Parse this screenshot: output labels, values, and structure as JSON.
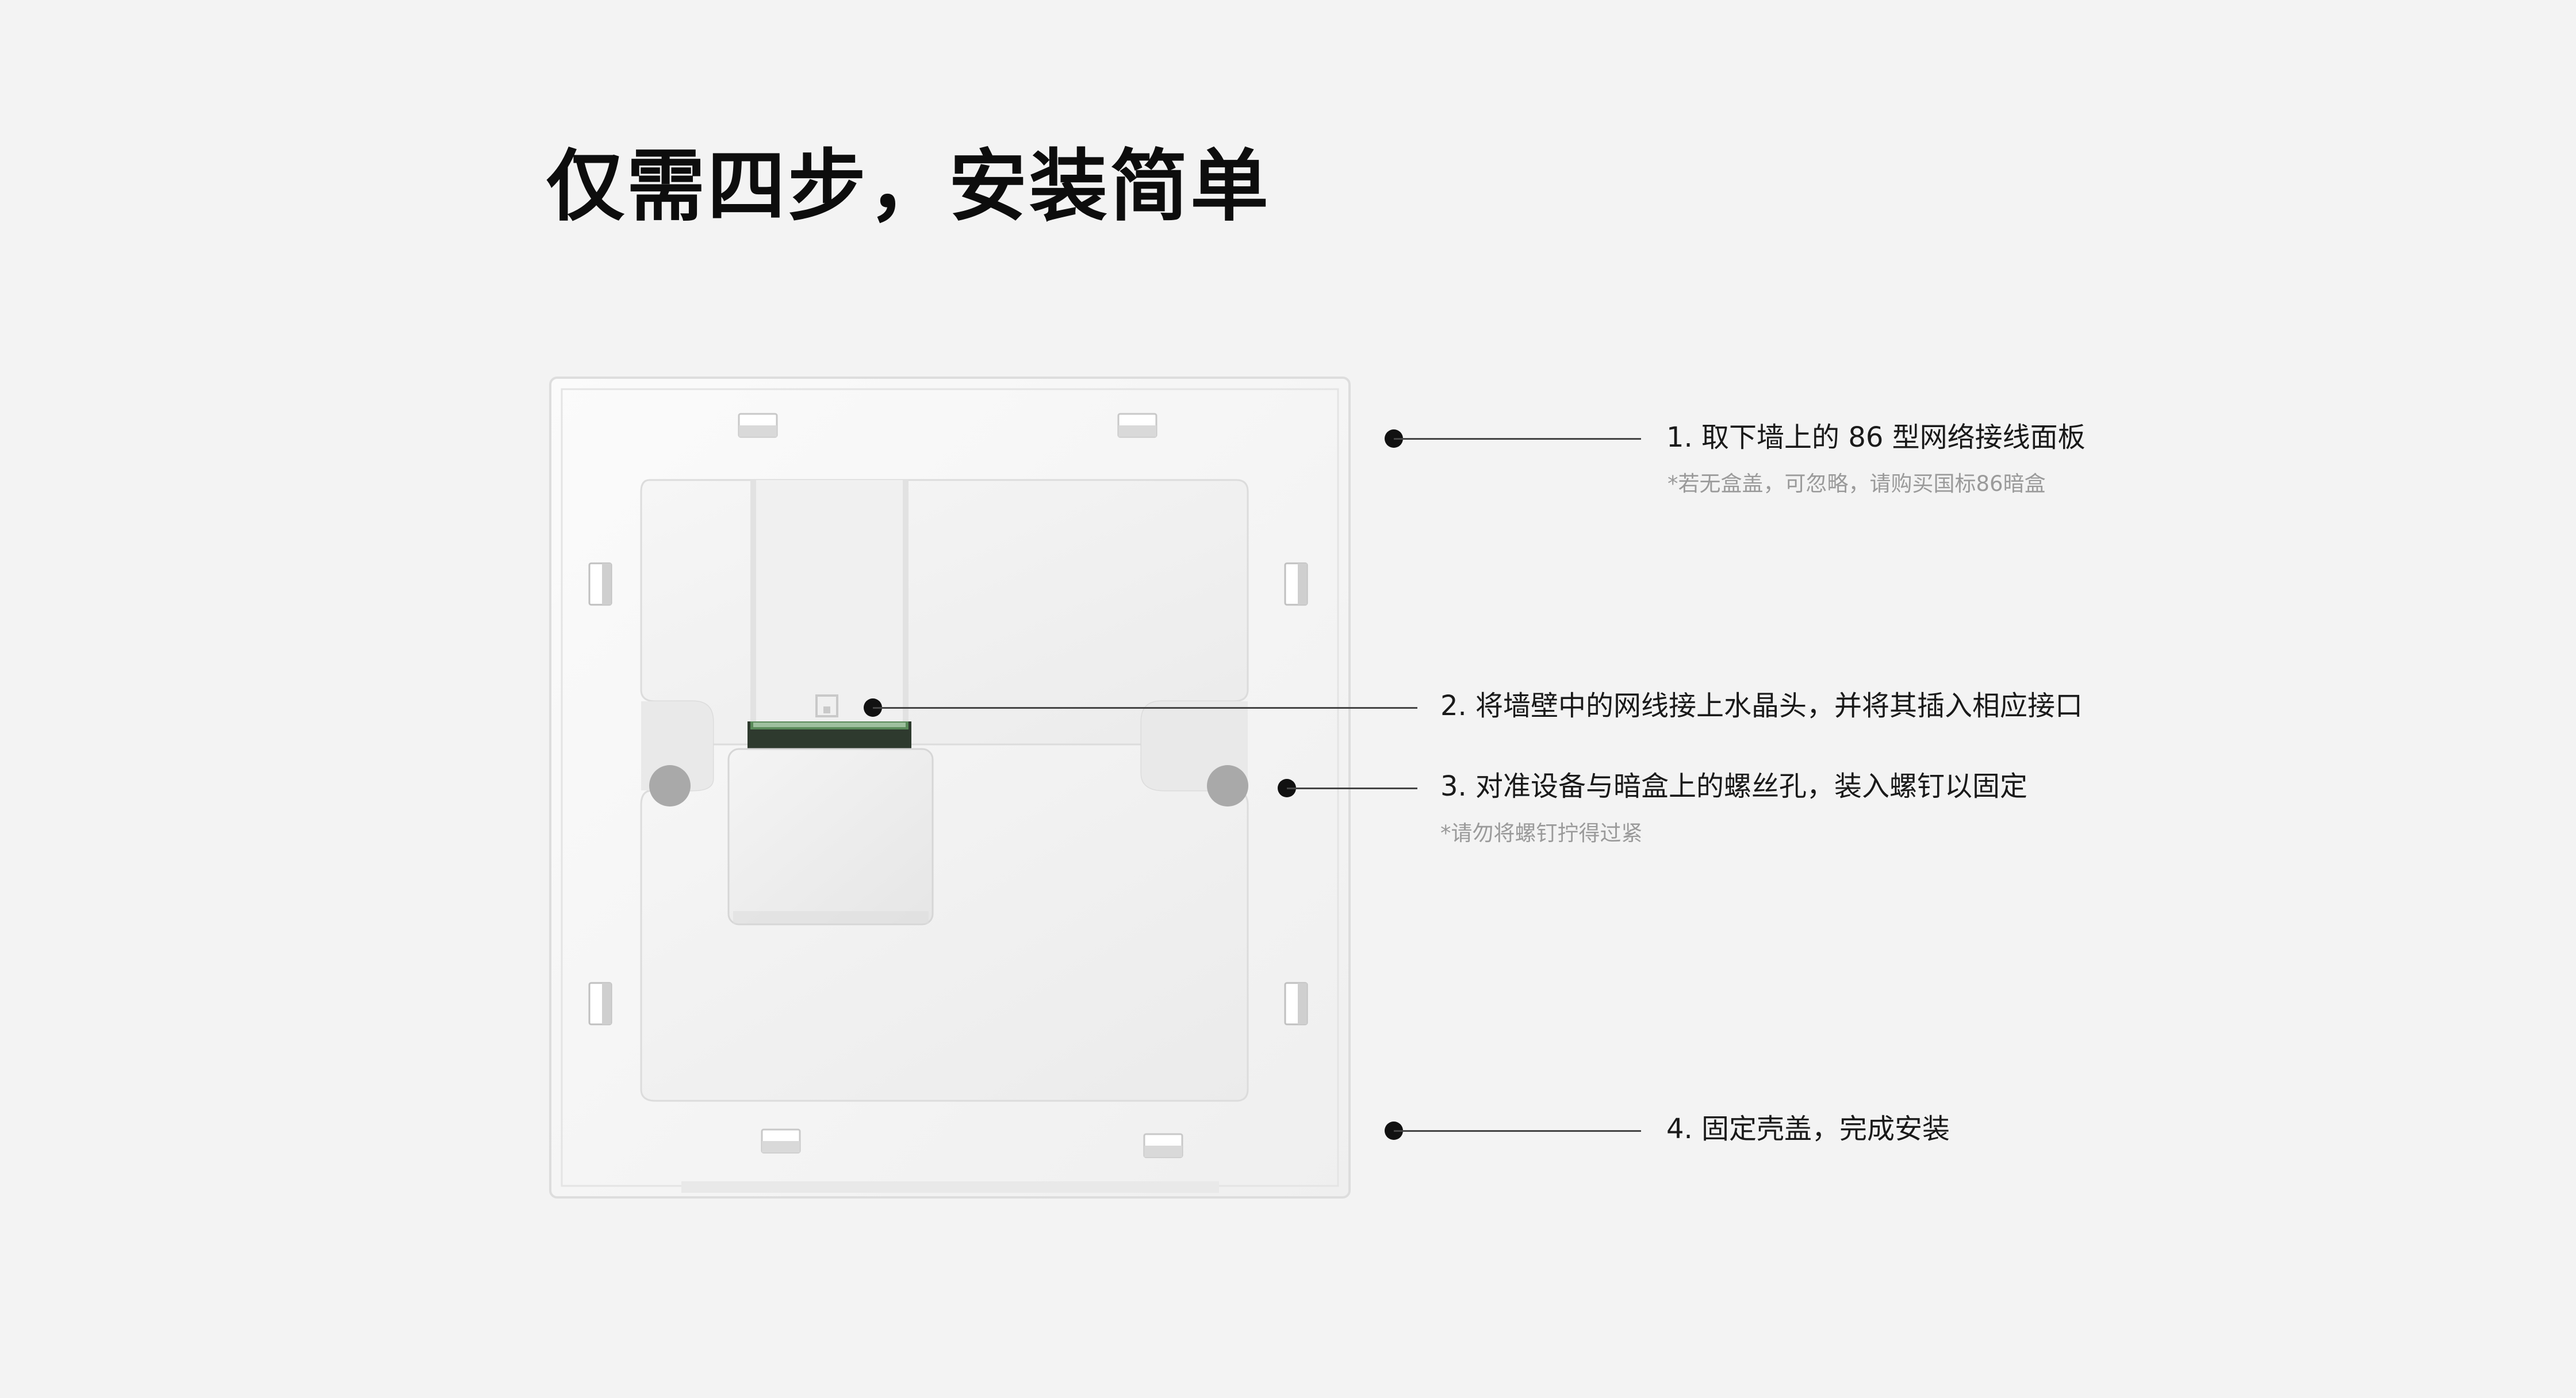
{
  "title": "仅需四步，安装简单",
  "steps": [
    {
      "label": "1. 取下墙上的 86 型网络接线面板",
      "note": "*若无盒盖，可忽略，请购买国标86暗盒"
    },
    {
      "label": "2. 将墙壁中的网线接上水晶头，并将其插入相应接口",
      "note": ""
    },
    {
      "label": "3. 对准设备与暗盒上的螺丝孔，装入螺钉以固定",
      "note": "*请勿将螺钉拧得过紧"
    },
    {
      "label": "4. 固定壳盖，完成安装",
      "note": ""
    }
  ],
  "colors": {
    "background": "#f3f3f3",
    "text": "#111111",
    "note": "#9a9a9a",
    "panel": "#f7f7f7"
  }
}
